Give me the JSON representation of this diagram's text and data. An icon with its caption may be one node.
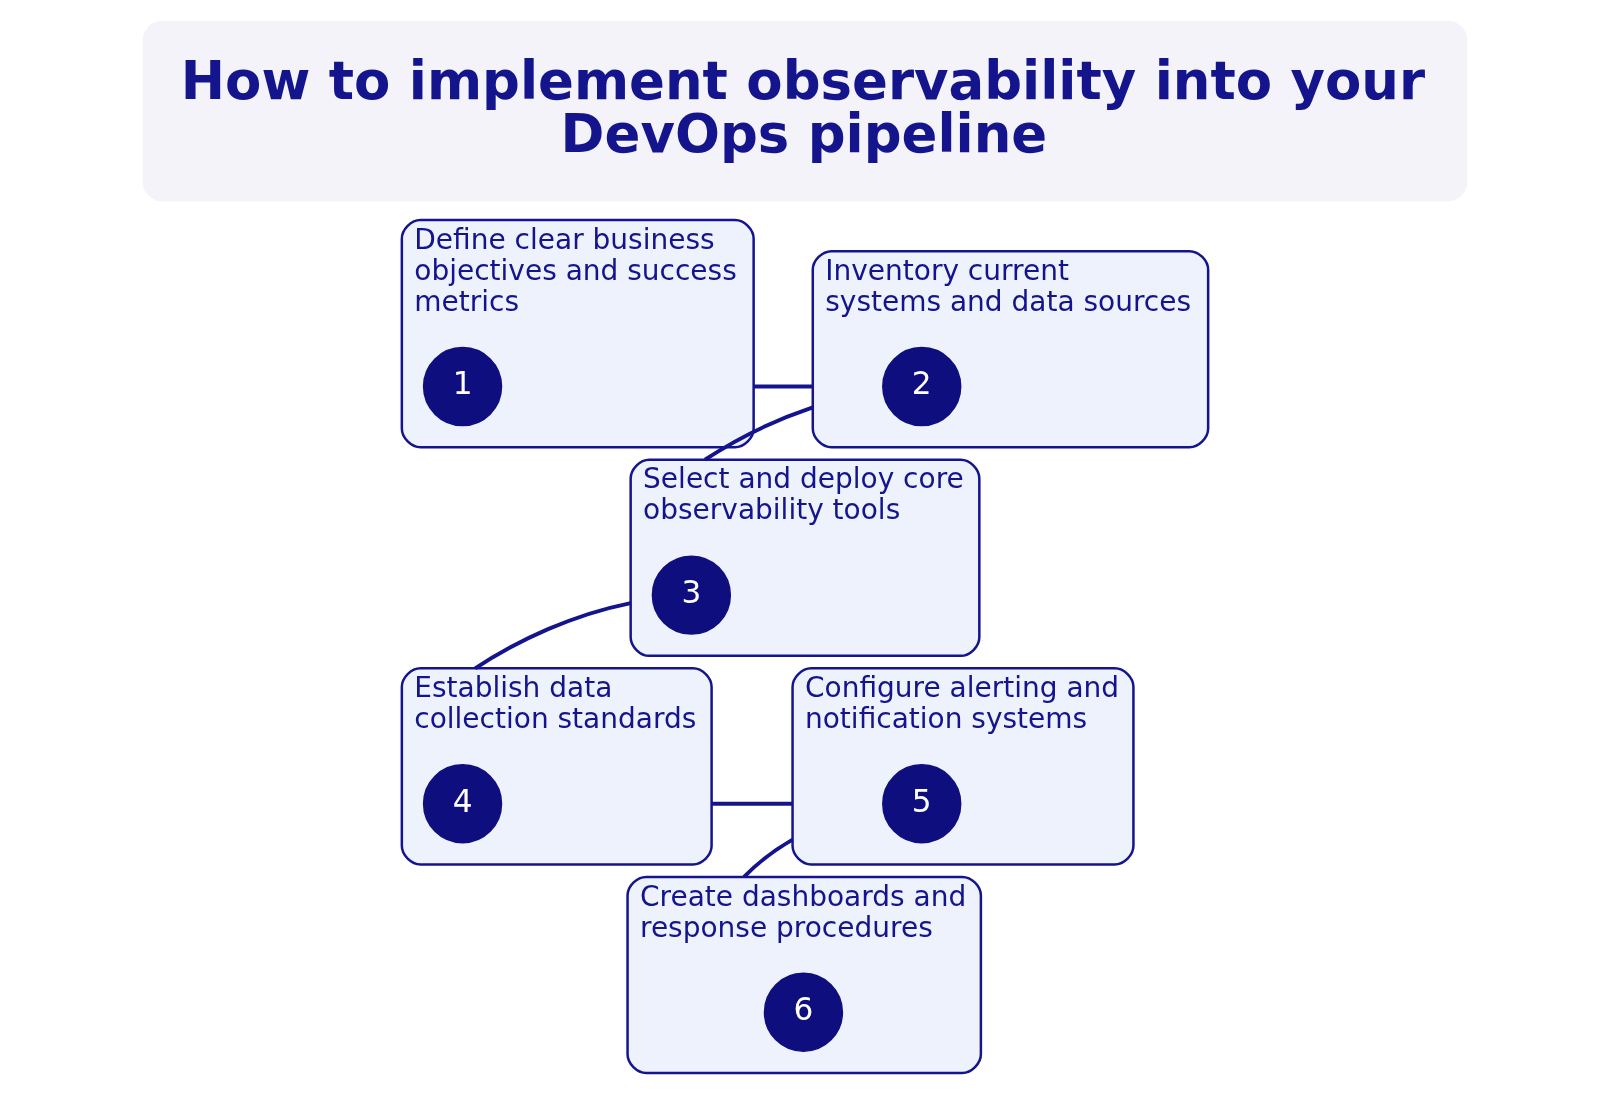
{
  "diagram": {
    "title": "How to implement observability into your DevOps pipeline",
    "nodes": [
      {
        "text": [
          "Define clear business objectives and success metrics"
        ]
      },
      {
        "text": [
          "1"
        ],
        "in": 0
      },
      {
        "text": [
          "Inventory current systems and data sources"
        ]
      },
      {
        "text": [
          "2"
        ],
        "in": 2
      },
      {
        "text": [
          "Select and deploy core observability tools"
        ]
      },
      {
        "text": [
          "3"
        ],
        "in": 4
      },
      {
        "text": [
          "Establish data collection standards"
        ]
      },
      {
        "text": [
          "4"
        ],
        "in": 6
      },
      {
        "text": [
          "Configure alerting and notification systems"
        ]
      },
      {
        "text": [
          "5"
        ],
        "in": 8
      },
      {
        "text": [
          "Create dashboards and response procedures"
        ]
      },
      {
        "text": [
          "6"
        ],
        "in": 10
      }
    ],
    "edges": [
      {
        "from": 0,
        "to": 2,
        "arrow": "none"
      },
      {
        "from": 2,
        "to": 4,
        "arrow": "none"
      },
      {
        "from": 4,
        "to": 6,
        "arrow": "none"
      },
      {
        "from": 6,
        "to": 8,
        "arrow": "none"
      },
      {
        "from": 8,
        "to": 10,
        "arrow": "none"
      }
    ]
  }
}
